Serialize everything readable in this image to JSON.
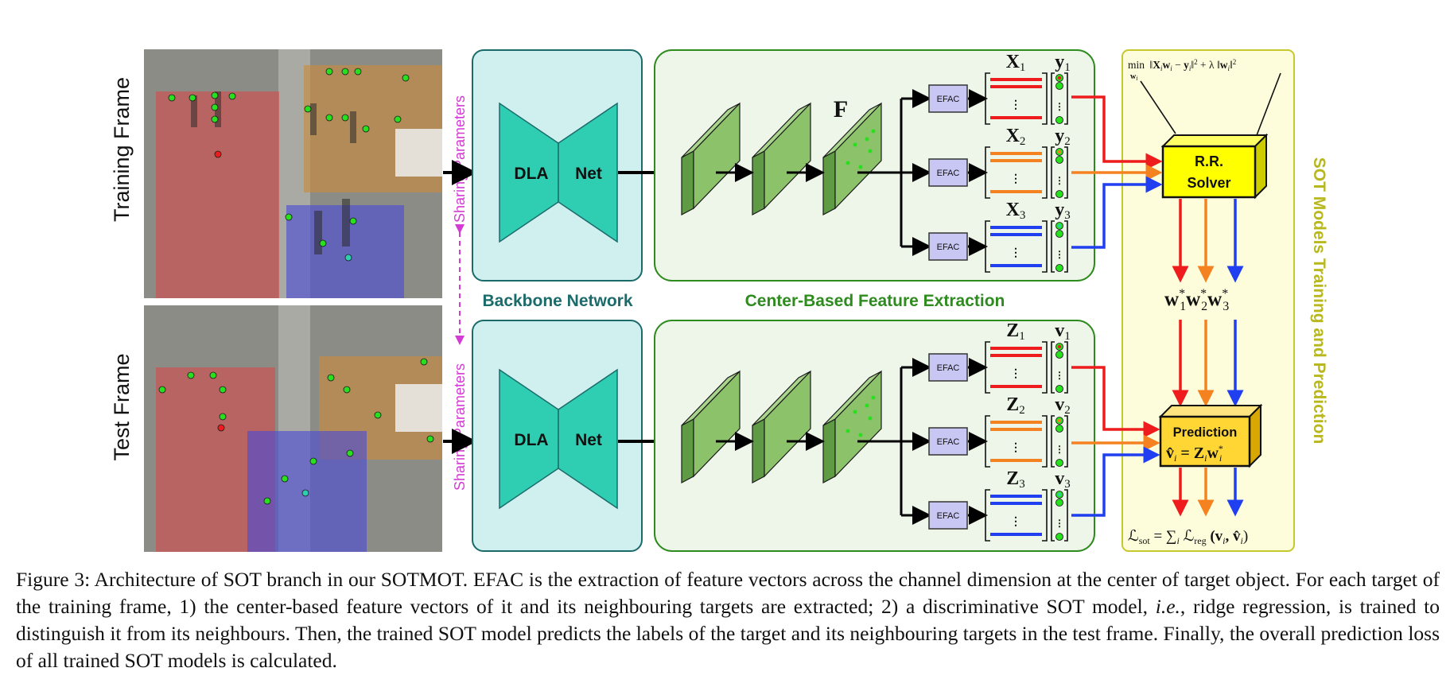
{
  "row_labels": {
    "training": "Training Frame",
    "test": "Test Frame"
  },
  "sharing": {
    "word1": "Sharing",
    "word2": "Parameters"
  },
  "backbone": {
    "label": "Backbone Network",
    "dla": "DLA",
    "net": "Net"
  },
  "feature_extraction": {
    "label": "Center-Based Feature Extraction",
    "feature_map": "F"
  },
  "efac": "EFAC",
  "train_branches": [
    {
      "x": "X",
      "sub": "1",
      "y": "y",
      "ysub": "1",
      "color": "#ee1c1c"
    },
    {
      "x": "X",
      "sub": "2",
      "y": "y",
      "ysub": "2",
      "color": "#f58220"
    },
    {
      "x": "X",
      "sub": "3",
      "y": "y",
      "ysub": "3",
      "color": "#1f3ff0"
    }
  ],
  "test_branches": [
    {
      "x": "Z",
      "sub": "1",
      "y": "v",
      "ysub": "1",
      "color": "#ee1c1c"
    },
    {
      "x": "Z",
      "sub": "2",
      "y": "v",
      "ysub": "2",
      "color": "#f58220"
    },
    {
      "x": "Z",
      "sub": "3",
      "y": "v",
      "ysub": "3",
      "color": "#1f3ff0"
    }
  ],
  "sot_panel": {
    "title": "SOT Models Training and Prediction",
    "rr_solver": {
      "line1": "R.R.",
      "line2": "Solver"
    },
    "objective": {
      "min": "min",
      "var": "w",
      "var_sub": "i",
      "body": "‖X",
      "rest": "w",
      "minus": " − y",
      "norm": "‖",
      "sup": "2",
      "sub2": "2",
      "plus": " + λ ‖w",
      "end": "‖"
    },
    "weights": [
      "w",
      "w",
      "w"
    ],
    "weight_subs": [
      "1",
      "2",
      "3"
    ],
    "weight_sup": "*",
    "prediction": {
      "label": "Prediction",
      "lhs": "v̂",
      "eq": " = Z",
      "w": "w",
      "sub": "i",
      "sup": "*"
    },
    "loss": {
      "L": "ℒ",
      "sub": "sot",
      "eq": " = ∑",
      "isub": "i",
      "L2": " ℒ",
      "sub2": "reg",
      "args": " (v",
      "args2": ", v̂",
      "close": ")"
    }
  },
  "caption": {
    "prefix": "Figure 3: Architecture of SOT branch in our SOTMOT. EFAC is the extraction of feature vectors across the channel dimension at the center of target object. For each target of the training frame, 1) the center-based feature vectors of it and its neighbouring targets are extracted; 2) a discriminative SOT model, ",
    "ie": "i.e.",
    "suffix": ", ridge regression, is trained to distinguish it from its neighbours. Then, the trained SOT model predicts the labels of the target and its neighbouring targets in the test frame. Finally, the overall prediction loss of all trained SOT models is calculated."
  },
  "colors": {
    "teal": "#2fcdb2",
    "teal_panel": "#cff0ee",
    "teal_border": "#1b6b6b",
    "green_panel": "#eef6ea",
    "green_border": "#2e8b1e",
    "green_block": "#8cc26a",
    "efac_fill": "#c8c6f2",
    "sot_panel": "#fdfddc",
    "sot_border": "#c7c72e",
    "sot_title": "#b8b81e",
    "solver_fill": "#ffff00",
    "pred_fill": "#ffd633",
    "magenta": "#d43bd4",
    "backbone_text": "#1b6b6b",
    "fe_text": "#2e8b1e"
  }
}
